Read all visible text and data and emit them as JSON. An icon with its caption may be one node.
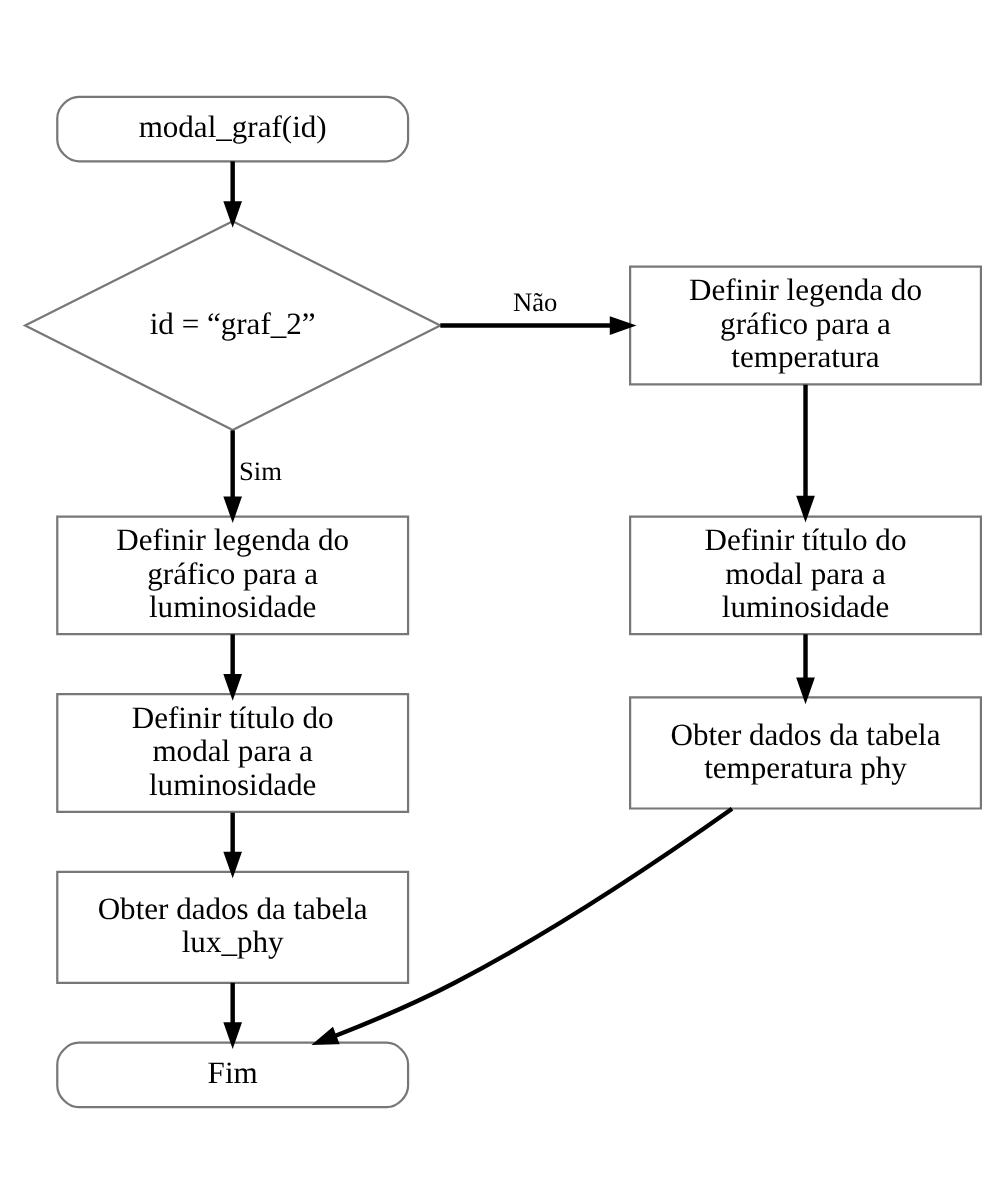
{
  "diagram": {
    "nodes": [
      {
        "text": [
          "modal_graf(id)"
        ]
      },
      {
        "text": [
          "id = “graf_2”"
        ]
      },
      {
        "text": [
          "Definir legenda do gráfico para a temperatura"
        ]
      },
      {
        "text": [
          "Definir título do modal para a luminosidade"
        ]
      },
      {
        "text": [
          "Obter dados da tabela temperatura phy"
        ]
      },
      {
        "text": [
          "Definir legenda do gráfico para a luminosidade"
        ]
      },
      {
        "text": [
          "Definir título do modal para a luminosidade"
        ]
      },
      {
        "text": [
          "Obter dados da tabela lux_phy"
        ]
      },
      {
        "text": [
          "Fim"
        ]
      }
    ],
    "edges": [
      {
        "from": 0,
        "to": 1,
        "arrow": "to"
      },
      {
        "from": 1,
        "to": 2,
        "arrow": "to",
        "label": "Não"
      },
      {
        "from": 2,
        "to": 3,
        "arrow": "to"
      },
      {
        "from": 3,
        "to": 4,
        "arrow": "to"
      },
      {
        "from": 1,
        "to": 5,
        "arrow": "to",
        "label": "Sim"
      },
      {
        "from": 5,
        "to": 6,
        "arrow": "to"
      },
      {
        "from": 6,
        "to": 7,
        "arrow": "to"
      },
      {
        "from": 7,
        "to": 8,
        "arrow": "to"
      },
      {
        "from": 4,
        "to": 8,
        "arrow": "to"
      }
    ]
  }
}
